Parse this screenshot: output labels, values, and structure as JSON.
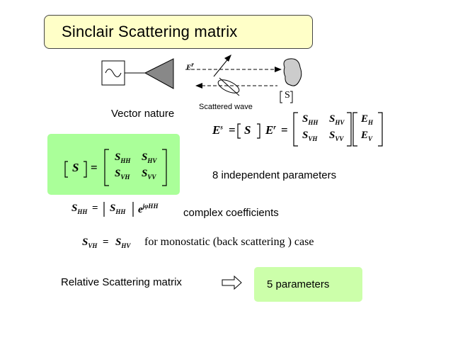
{
  "slide": {
    "title": "Sinclair Scattering matrix",
    "vector_nature": "Vector nature",
    "scattered_wave": "Scattered wave",
    "incident_label": "E",
    "incident_sup": "r",
    "matrix_bracket_label": "S",
    "eq1": {
      "lhs": "E",
      "lhs_sup": "s",
      "eq": "=",
      "s": "S",
      "e": "E",
      "e_sup": "r",
      "eq2": "=",
      "m11": "S",
      "m11_sub": "HH",
      "m12": "S",
      "m12_sub": "HV",
      "m21": "S",
      "m21_sub": "VH",
      "m22": "S",
      "m22_sub": "VV",
      "v1": "E",
      "v1_sub": "H",
      "v2": "E",
      "v2_sub": "V"
    },
    "eq2": {
      "s": "S",
      "eq": "=",
      "m11": "S",
      "m11_sub": "HH",
      "m12": "S",
      "m12_sub": "HV",
      "m21": "S",
      "m21_sub": "VH",
      "m22": "S",
      "m22_sub": "VV"
    },
    "independent": "8 independent parameters",
    "eq3": {
      "lhs": "S",
      "lhs_sub": "HH",
      "eq": "=",
      "abs": "S",
      "abs_sub": "HH",
      "exp": "e",
      "exp_sup": "jφHH"
    },
    "complex_coeff": "complex coefficients",
    "eq4": {
      "lhs": "S",
      "lhs_sub": "VH",
      "eq": "=",
      "rhs": "S",
      "rhs_sub": "HV"
    },
    "monostatic": "for monostatic (back scattering ) case",
    "relative": "Relative Scattering matrix",
    "five_params": "5  parameters"
  },
  "colors": {
    "title_bg": "#ffffc8",
    "green_box": "#aaff99",
    "green_box2": "#ccffaa",
    "horn": "#888888",
    "target": "#cccccc"
  },
  "icons": [
    "ac-source-icon",
    "horn-antenna-icon",
    "target-object-icon",
    "implies-arrow-icon"
  ]
}
